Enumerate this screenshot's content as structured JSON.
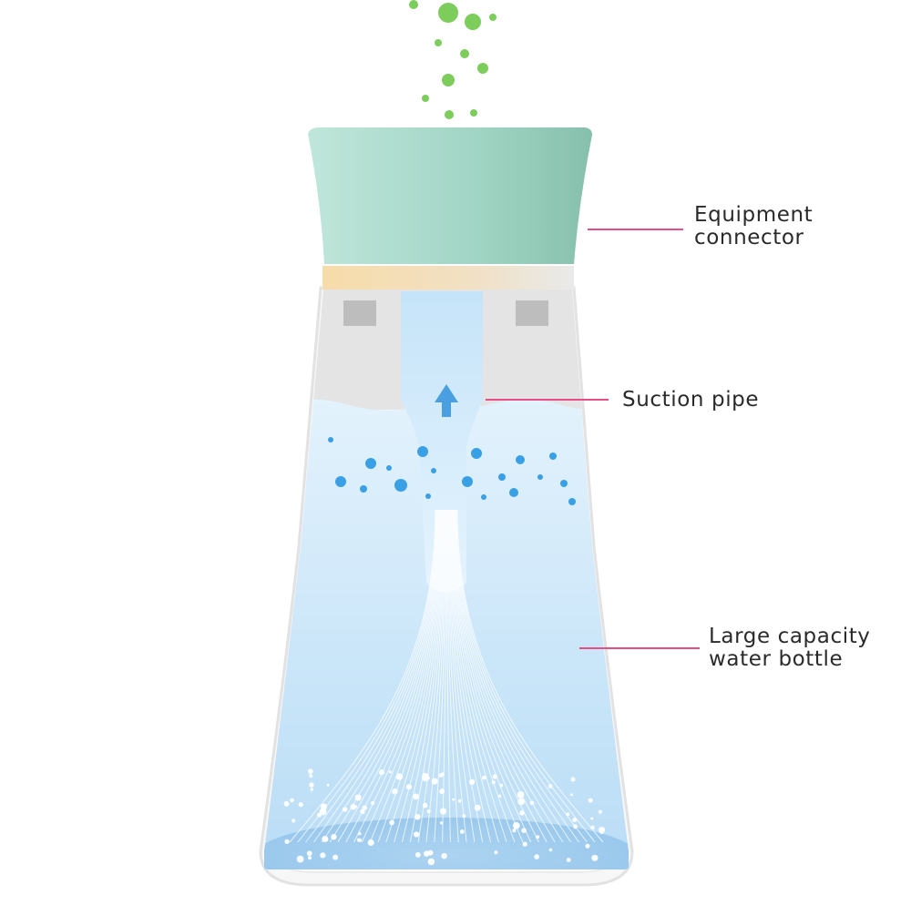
{
  "labels": {
    "connector": {
      "line1": "Equipment",
      "line2": "connector"
    },
    "pipe": {
      "line1": "Suction pipe"
    },
    "bottle": {
      "line1": "Large capacity",
      "line2": "water bottle"
    }
  },
  "colors": {
    "cap_top": "#a9dccd",
    "cap_bottom": "#8bc4b1",
    "seal_band": "#f5d8a8",
    "bottle_outline": "#e6e6e6",
    "water_light": "#dbeefb",
    "water_deep": "#a9d2f0",
    "suction_pipe": "#c8e6fa",
    "pipe_arrow": "#4a9fe0",
    "air_bubbles": "#3aa0e6",
    "mist_dots": "#7ccd5c",
    "callout_line": "#e34f86",
    "housing": "#dedede"
  }
}
